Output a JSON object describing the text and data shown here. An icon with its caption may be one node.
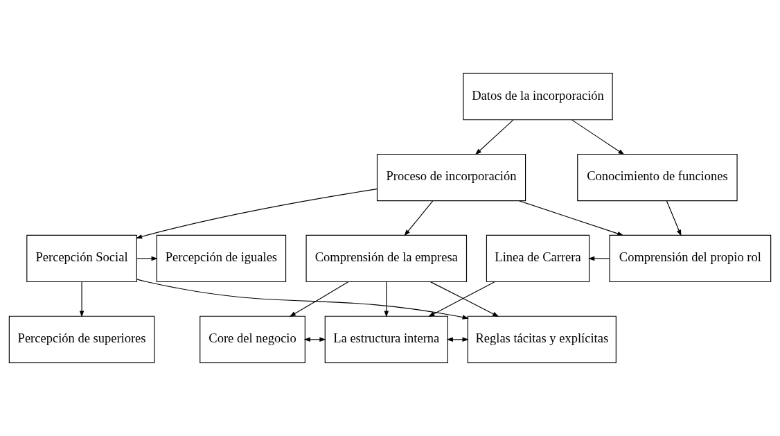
{
  "diagram": {
    "nodes": [
      {
        "text": [
          "Datos de la incorporación"
        ]
      },
      {
        "text": [
          "Proceso de incorporación"
        ]
      },
      {
        "text": [
          "Conocimiento de funciones"
        ]
      },
      {
        "text": [
          "Percepción de iguales"
        ]
      },
      {
        "text": [
          "Percepción Social"
        ]
      },
      {
        "text": [
          "Comprensión de la empresa"
        ]
      },
      {
        "text": [
          "Comprensión del propio rol"
        ]
      },
      {
        "text": [
          "Linea de Carrera"
        ]
      },
      {
        "text": [
          "Percepción de superiores"
        ]
      },
      {
        "text": [
          "Core del negocio"
        ]
      },
      {
        "text": [
          "La estructura interna"
        ]
      },
      {
        "text": [
          "Reglas tácitas y explícitas"
        ]
      }
    ],
    "edges": [
      {
        "from": 0,
        "to": 1,
        "arrow": "to"
      },
      {
        "from": 0,
        "to": 2,
        "arrow": "to"
      },
      {
        "from": 1,
        "to": 4,
        "arrow": "to"
      },
      {
        "from": 1,
        "to": 5,
        "arrow": "to"
      },
      {
        "from": 1,
        "to": 6,
        "arrow": "to"
      },
      {
        "from": 2,
        "to": 6,
        "arrow": "to"
      },
      {
        "from": 4,
        "to": 3,
        "arrow": "to"
      },
      {
        "from": 4,
        "to": 8,
        "arrow": "to"
      },
      {
        "from": 6,
        "to": 7,
        "arrow": "to"
      },
      {
        "from": 5,
        "to": 9,
        "arrow": "to"
      },
      {
        "from": 5,
        "to": 10,
        "arrow": "to"
      },
      {
        "from": 5,
        "to": 11,
        "arrow": "to"
      },
      {
        "from": 4,
        "to": 11,
        "arrow": "to"
      },
      {
        "from": 7,
        "to": 10,
        "arrow": "to"
      },
      {
        "from": 9,
        "to": 10,
        "arrow": "both"
      },
      {
        "from": 10,
        "to": 11,
        "arrow": "both"
      }
    ]
  }
}
